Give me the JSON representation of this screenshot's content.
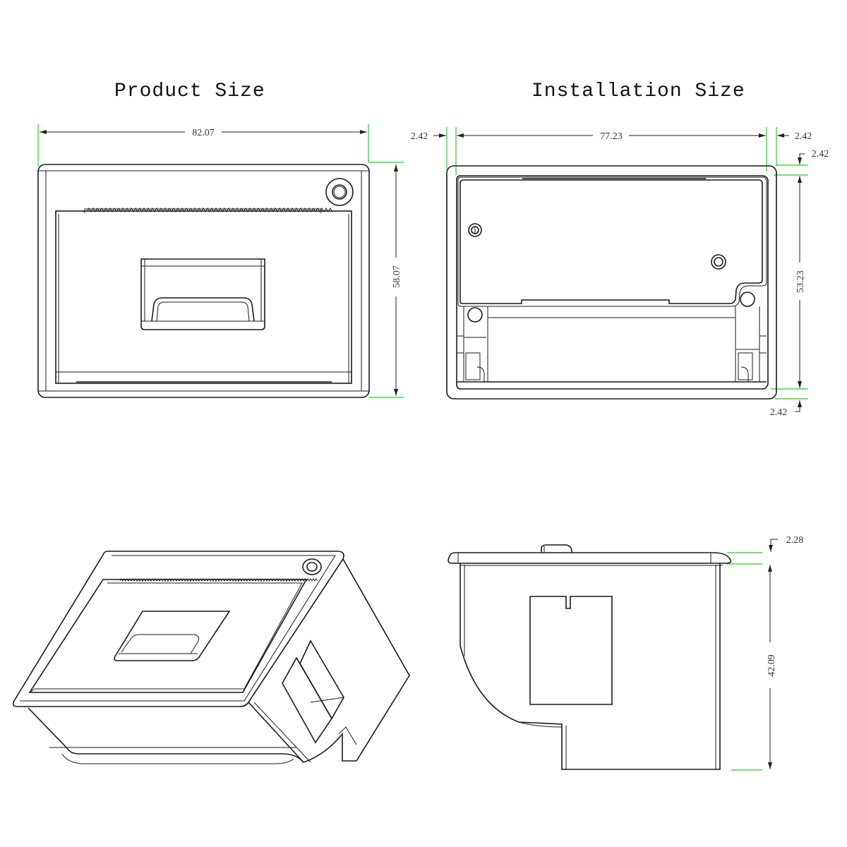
{
  "titles": {
    "product_size": "Product Size",
    "installation_size": "Installation Size"
  },
  "product_view": {
    "width_label": "82.07",
    "height_label": "58.07"
  },
  "installation_view": {
    "left_margin_label": "2.42",
    "width_label": "77.23",
    "right_margin_label": "2.42",
    "top_margin_label": "2.42",
    "height_label": "53.23",
    "bottom_margin_label": "2.42"
  },
  "side_view": {
    "flange_thickness_label": "2.28",
    "depth_label": "42.09"
  },
  "colors": {
    "extension_line": "#47d647",
    "outline": "#1a1a1a",
    "background": "#ffffff"
  }
}
